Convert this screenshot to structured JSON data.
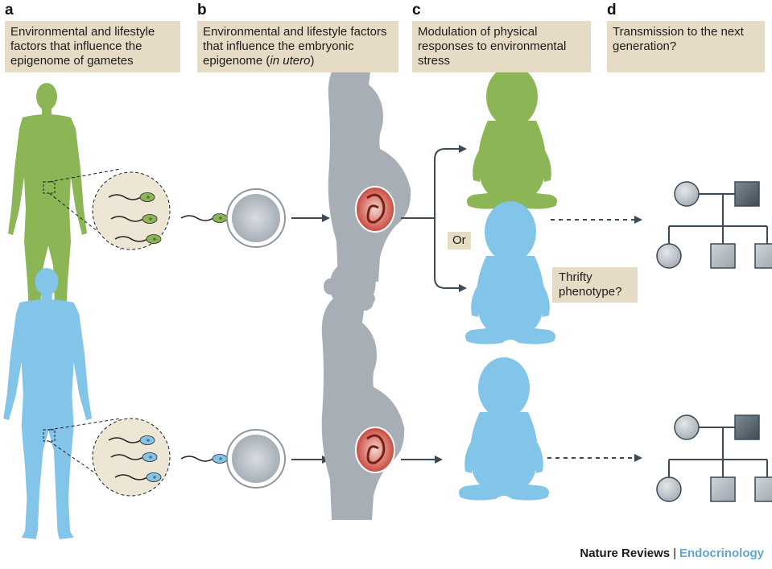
{
  "panels": [
    {
      "letter": "a",
      "caption": "Environmental and lifestyle factors that influence the epigenome of gametes"
    },
    {
      "letter": "b",
      "caption_main": "Environmental and lifestyle factors that influence the embryonic epigenome (",
      "caption_italic": "in utero",
      "caption_end": ")"
    },
    {
      "letter": "c",
      "caption": "Modulation of physical responses to environmental stress"
    },
    {
      "letter": "d",
      "caption": "Transmission to the next generation?"
    }
  ],
  "labels": {
    "or": "Or",
    "thrifty_line1": "Thrifty",
    "thrifty_line2": "phenotype?"
  },
  "footer": {
    "journal": "Nature Reviews",
    "separator": "|",
    "section": "Endocrinology"
  },
  "colors": {
    "green": "#8cb556",
    "blue": "#82c5e8",
    "grey_mother": "#a8aeb5",
    "caption_bg": "#e6dcc5",
    "arrow": "#3c4a55",
    "fetus": "#b5322b"
  }
}
